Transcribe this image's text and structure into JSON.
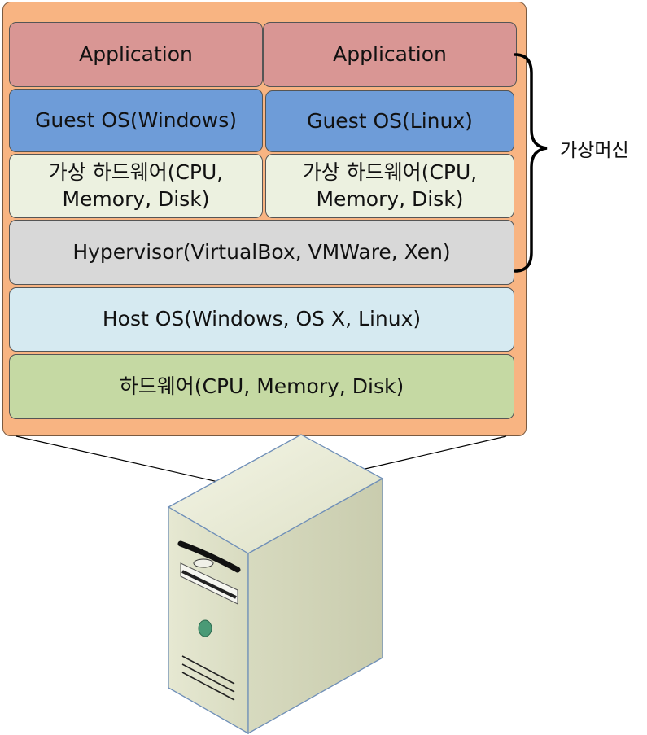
{
  "layers": {
    "app_left": "Application",
    "app_right": "Application",
    "guest_left": "Guest OS(Windows)",
    "guest_right": "Guest OS(Linux)",
    "vhw_left": "가상 하드웨어(CPU,\nMemory, Disk)",
    "vhw_right": "가상 하드웨어(CPU,\nMemory, Disk)",
    "hypervisor": "Hypervisor(VirtualBox, VMWare, Xen)",
    "host_os": "Host OS(Windows, OS X, Linux)",
    "hardware": "하드웨어(CPU, Memory, Disk)"
  },
  "brace_label": "가상머신",
  "colors": {
    "panel": "#f8b482",
    "application": "#d99694",
    "guest_os": "#6e9cd8",
    "virtual_hardware": "#ecf1e0",
    "hypervisor": "#d8d8d8",
    "host_os": "#d6eaf1",
    "hardware": "#c5d9a3"
  },
  "icons": {
    "machine": "server-tower-icon",
    "bracket": "curly-brace-icon"
  }
}
